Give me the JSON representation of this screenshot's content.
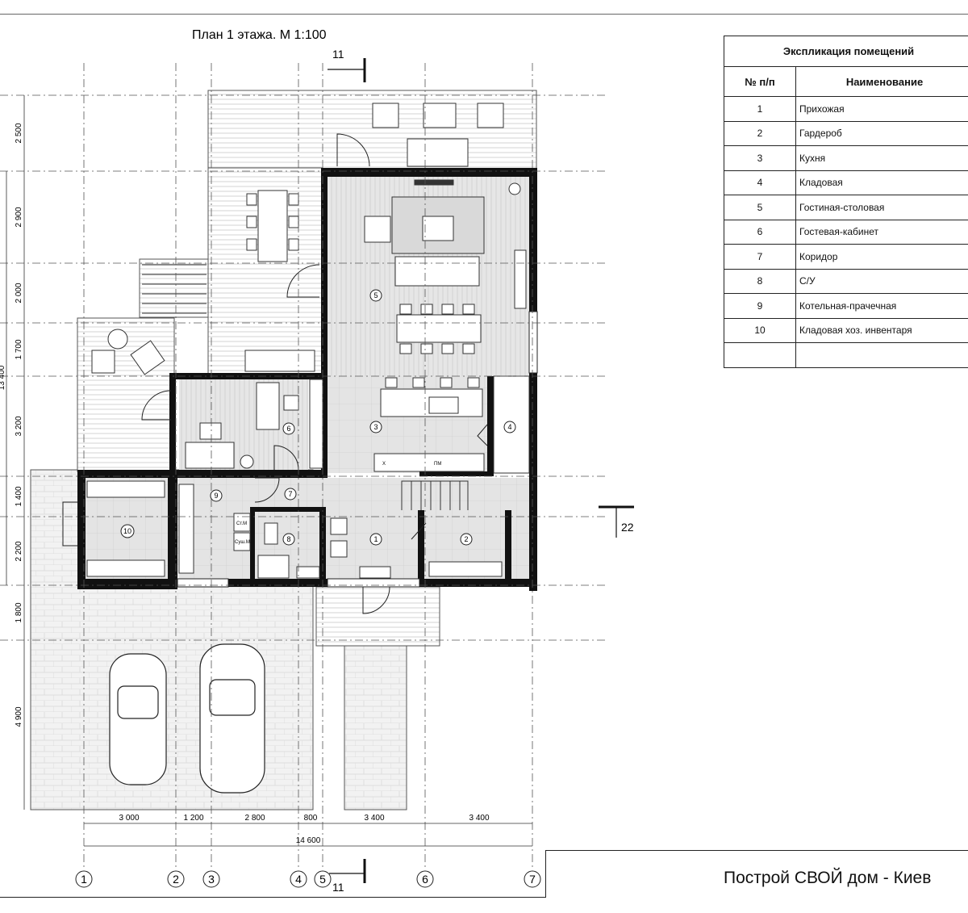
{
  "plan_title": "План 1 этажа. М 1:100",
  "section_marks": {
    "top": "11",
    "bottom": "11",
    "right": "22"
  },
  "grid_axes": [
    "1",
    "2",
    "3",
    "4",
    "5",
    "6",
    "7"
  ],
  "dims_bottom": [
    "3 000",
    "1 200",
    "2 800",
    "800",
    "3 400",
    "3 400"
  ],
  "dim_total_bottom": "14 600",
  "dims_left": [
    "2 500",
    "2 900",
    "2 000",
    "1 700",
    "3 200",
    "1 400",
    "2 200",
    "1 800",
    "4 900"
  ],
  "dim_total_left": "13 400",
  "room_tags": [
    "1",
    "2",
    "3",
    "4",
    "5",
    "6",
    "7",
    "8",
    "9",
    "10"
  ],
  "fixture_labels": {
    "washer": "Ст.М",
    "dryer": "Суш.М",
    "fridge": "Х",
    "dishwasher": "ПМ"
  },
  "explication": {
    "title": "Экспликация помещений",
    "col_num": "№ п/п",
    "col_name": "Наименование",
    "rows": [
      {
        "num": "1",
        "name": "Прихожая"
      },
      {
        "num": "2",
        "name": "Гардероб"
      },
      {
        "num": "3",
        "name": "Кухня"
      },
      {
        "num": "4",
        "name": "Кладовая"
      },
      {
        "num": "5",
        "name": "Гостиная-столовая"
      },
      {
        "num": "6",
        "name": "Гостевая-кабинет"
      },
      {
        "num": "7",
        "name": "Коридор"
      },
      {
        "num": "8",
        "name": "С/У"
      },
      {
        "num": "9",
        "name": "Котельная-прачечная"
      },
      {
        "num": "10",
        "name": "Кладовая хоз. инвентаря"
      },
      {
        "num": "",
        "name": ""
      }
    ]
  },
  "title_block": "Построй СВОЙ дом - Киев"
}
